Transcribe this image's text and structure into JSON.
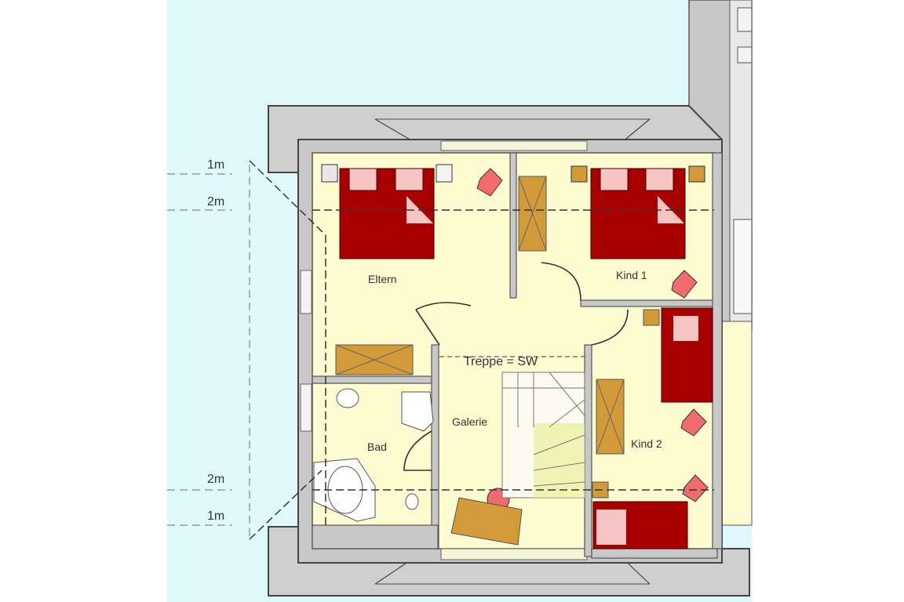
{
  "plan": {
    "rooms": [
      {
        "key": "eltern",
        "label": "Eltern"
      },
      {
        "key": "kind1",
        "label": "Kind 1"
      },
      {
        "key": "kind2",
        "label": "Kind 2"
      },
      {
        "key": "bad",
        "label": "Bad"
      },
      {
        "key": "galerie",
        "label": "Galerie"
      }
    ],
    "stair_note": "Treppe = SW",
    "height_marks_top": [
      "1m",
      "2m"
    ],
    "height_marks_bottom": [
      "2m",
      "1m"
    ],
    "colors": {
      "sky": "#dff8fb",
      "floor": "#fdfbd0",
      "wall": "#c8c8c8",
      "wall_line": "#555555",
      "bed": "#a80000",
      "pillow": "#f7c4c4",
      "wardrobe": "#d39a3a",
      "chair": "#f06b6b",
      "stair_highlight": "#ecef9a"
    }
  }
}
